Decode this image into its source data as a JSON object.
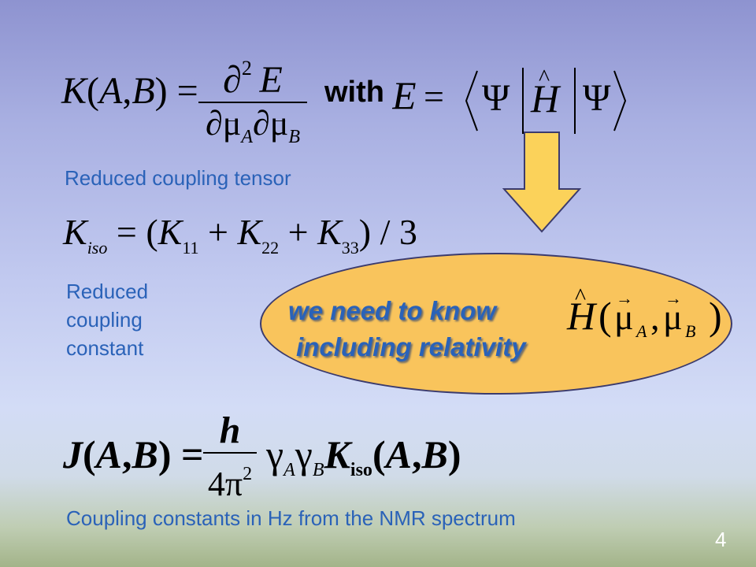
{
  "captions": {
    "reduced_tensor": "Reduced coupling tensor",
    "reduced_constant_line1": "Reduced",
    "reduced_constant_line2": "coupling",
    "reduced_constant_line3": "constant",
    "coupling_hz": "Coupling constants in Hz from the NMR spectrum"
  },
  "equation1": {
    "lhs": "K(A,B) =",
    "numerator_symbol": "∂",
    "numerator_exp": "2",
    "numerator_var": "E",
    "denominator": "∂μ",
    "sub_a": "A",
    "sub_b": "B",
    "with_label": "with",
    "rhs": "E = ⟨Ψ|Ĥ|Ψ⟩"
  },
  "equation2": {
    "text": "K_iso = (K_11 + K_22 + K_33)/3"
  },
  "bubble": {
    "line1": "we need to know",
    "line2": "including relativity",
    "operator": "Ĥ(μ_A, μ_B)"
  },
  "equation3": {
    "lhs": "J(A,B) =",
    "rhs": "h/4π² γ_A γ_B K_iso(A,B)"
  },
  "slide_number": "4",
  "colors": {
    "caption_blue": "#2a62b8",
    "bubble_fill": "#f9c45c",
    "arrow_fill": "#fbd25a"
  }
}
